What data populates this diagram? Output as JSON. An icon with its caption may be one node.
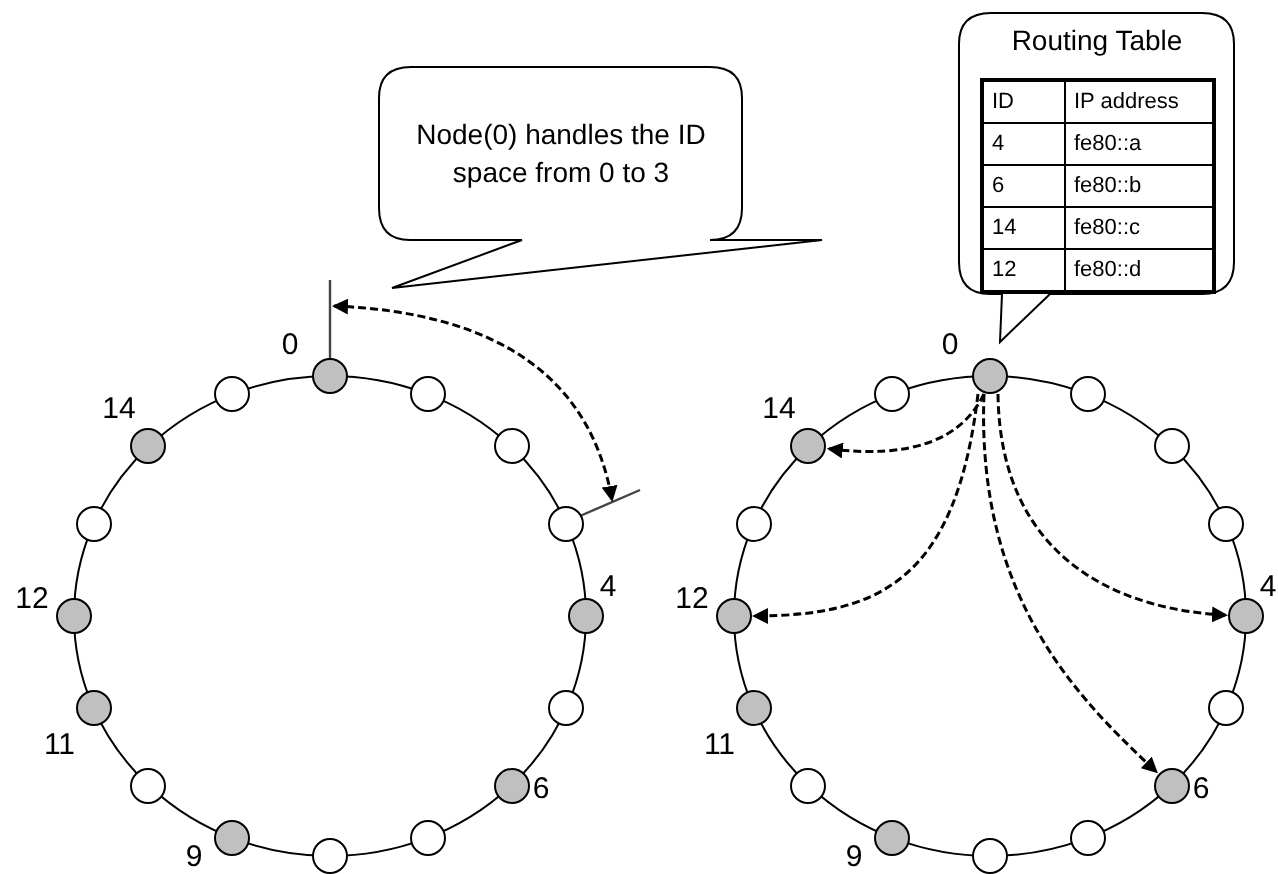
{
  "diagram": {
    "nodes": [
      {
        "text": [
          "Node(0) handles the ID space from 0 to 3"
        ]
      },
      {
        "text": [],
        "shape": "circle",
        "beside": [
          "0"
        ]
      },
      {
        "text": [],
        "shape": "circle"
      },
      {
        "text": [],
        "shape": "circle"
      },
      {
        "text": [],
        "shape": "circle"
      },
      {
        "text": [],
        "shape": "circle",
        "beside": [
          "4"
        ]
      },
      {
        "text": [],
        "shape": "circle"
      },
      {
        "text": [],
        "shape": "circle",
        "beside": [
          "6"
        ]
      },
      {
        "text": [],
        "shape": "circle"
      },
      {
        "text": [],
        "shape": "circle"
      },
      {
        "text": [],
        "shape": "circle",
        "beside": [
          "9"
        ]
      },
      {
        "text": [],
        "shape": "circle"
      },
      {
        "text": [],
        "shape": "circle",
        "beside": [
          "11"
        ]
      },
      {
        "text": [],
        "shape": "circle",
        "beside": [
          "12"
        ]
      },
      {
        "text": [],
        "shape": "circle"
      },
      {
        "text": [],
        "shape": "circle",
        "beside": [
          "14"
        ]
      },
      {
        "text": [],
        "shape": "circle"
      },
      {
        "text": [
          "Routing Table"
        ]
      },
      {
        "text": [],
        "shape": "circle",
        "beside": [
          "0"
        ]
      },
      {
        "text": [],
        "shape": "circle"
      },
      {
        "text": [],
        "shape": "circle"
      },
      {
        "text": [],
        "shape": "circle"
      },
      {
        "text": [],
        "shape": "circle",
        "beside": [
          "4"
        ]
      },
      {
        "text": [],
        "shape": "circle"
      },
      {
        "text": [],
        "shape": "circle",
        "beside": [
          "6"
        ]
      },
      {
        "text": [],
        "shape": "circle"
      },
      {
        "text": [],
        "shape": "circle"
      },
      {
        "text": [],
        "shape": "circle",
        "beside": [
          "9"
        ]
      },
      {
        "text": [],
        "shape": "circle"
      },
      {
        "text": [],
        "shape": "circle",
        "beside": [
          "11"
        ]
      },
      {
        "text": [],
        "shape": "circle",
        "beside": [
          "12"
        ]
      },
      {
        "text": [],
        "shape": "circle"
      },
      {
        "text": [],
        "shape": "circle",
        "beside": [
          "14"
        ]
      },
      {
        "text": [],
        "shape": "circle"
      }
    ],
    "edges": [
      {
        "from": 18,
        "to": 32,
        "arrow": "to",
        "style": "dashed"
      },
      {
        "from": 18,
        "to": 30,
        "arrow": "to",
        "style": "dashed"
      },
      {
        "from": 18,
        "to": 24,
        "arrow": "to",
        "style": "dashed"
      },
      {
        "from": 18,
        "to": 22,
        "arrow": "to",
        "style": "dashed"
      }
    ],
    "labels": [
      "ID",
      "IP address",
      "4",
      "fe80::a",
      "6",
      "fe80::b",
      "14",
      "fe80::c",
      "12",
      "fe80::d"
    ]
  }
}
